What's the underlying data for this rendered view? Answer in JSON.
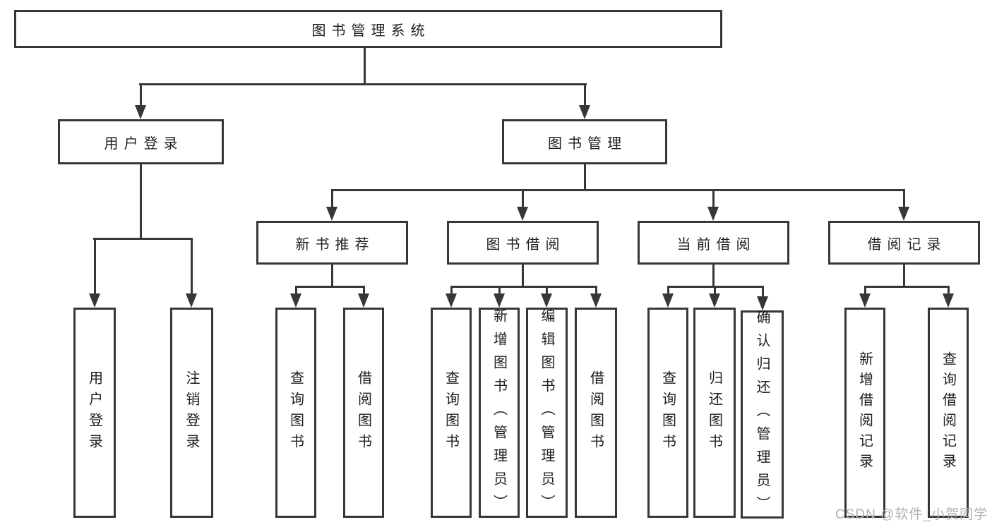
{
  "diagram": {
    "root": {
      "label": "图书管理系统"
    },
    "branches": [
      {
        "label": "用户登录",
        "children": [
          {
            "label": "用户登录"
          },
          {
            "label": "注销登录"
          }
        ]
      },
      {
        "label": "图书管理",
        "children": [
          {
            "label": "新书推荐",
            "children": [
              {
                "label": "查询图书"
              },
              {
                "label": "借阅图书"
              }
            ]
          },
          {
            "label": "图书借阅",
            "children": [
              {
                "label": "查询图书"
              },
              {
                "label": "新增图书（管理员）"
              },
              {
                "label": "编辑图书（管理员）"
              },
              {
                "label": "借阅图书"
              }
            ]
          },
          {
            "label": "当前借阅",
            "children": [
              {
                "label": "查询图书"
              },
              {
                "label": "归还图书"
              },
              {
                "label": "确认归还（管理员）"
              }
            ]
          },
          {
            "label": "借阅记录",
            "children": [
              {
                "label": "新增借阅记录"
              },
              {
                "label": "查询借阅记录"
              }
            ]
          }
        ]
      }
    ]
  },
  "watermark": {
    "text": "CSDN @软件_小贺同学"
  },
  "colors": {
    "line": "#373737",
    "text": "#1f1f1f",
    "background": "#ffffff",
    "watermark": "#b2b2b2"
  }
}
